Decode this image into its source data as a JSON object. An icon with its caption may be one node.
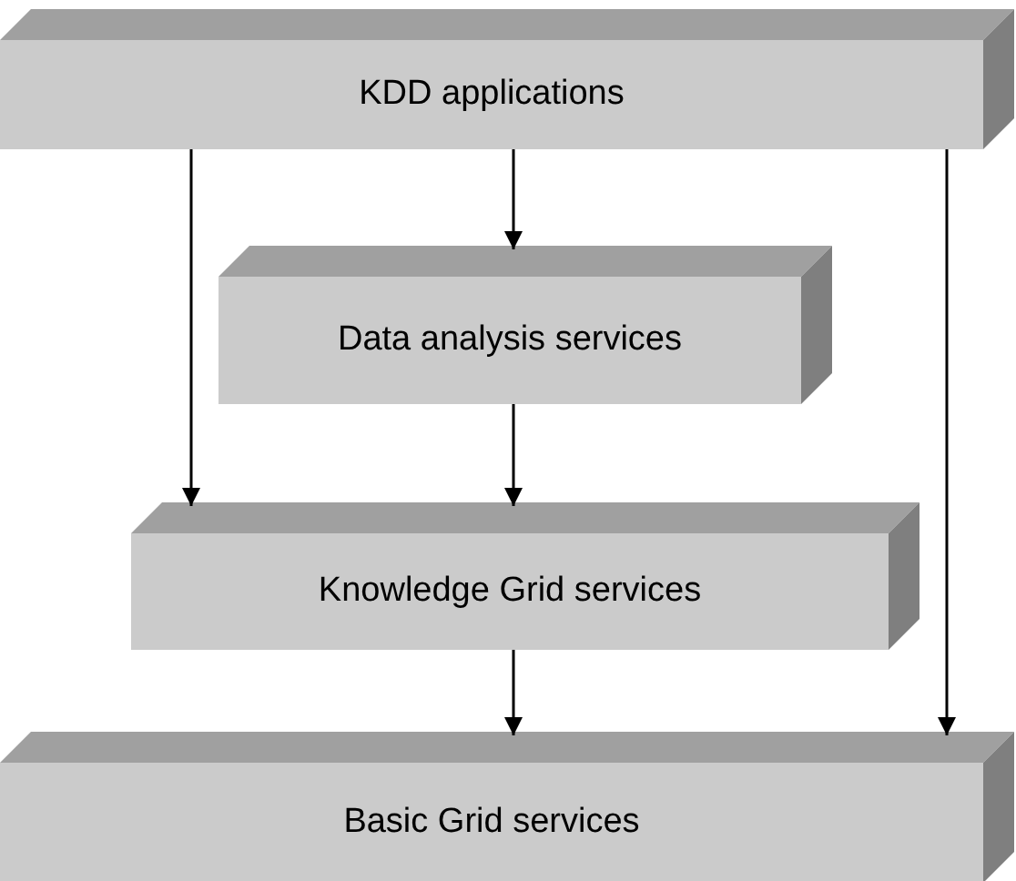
{
  "diagram": {
    "nodes": [
      {
        "text": [
          "KDD applications"
        ]
      },
      {
        "text": [
          "Data analysis services"
        ]
      },
      {
        "text": [
          "Knowledge Grid services"
        ]
      },
      {
        "text": [
          "Basic Grid services"
        ]
      }
    ],
    "edges": [
      {
        "from": 0,
        "to": 1,
        "arrow": "to"
      },
      {
        "from": 0,
        "to": 2,
        "arrow": "to"
      },
      {
        "from": 1,
        "to": 2,
        "arrow": "to"
      },
      {
        "from": 2,
        "to": 3,
        "arrow": "to"
      },
      {
        "from": 0,
        "to": 3,
        "arrow": "to"
      }
    ]
  }
}
